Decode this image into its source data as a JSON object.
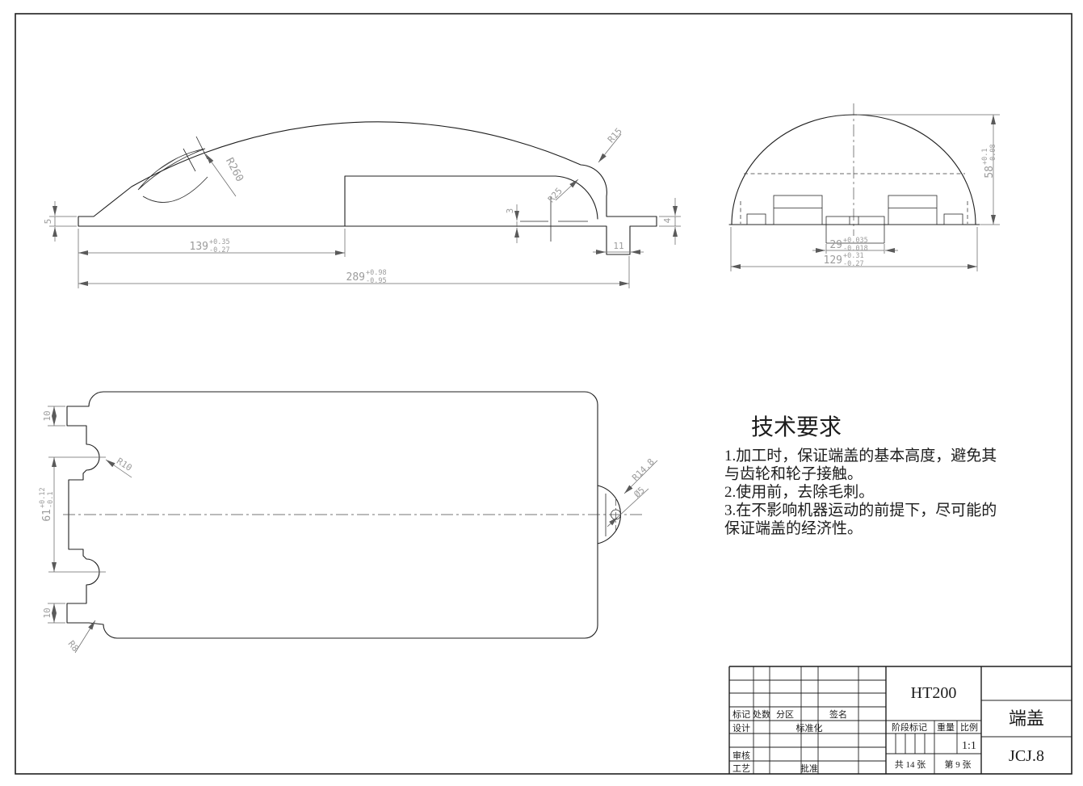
{
  "sheet": {
    "background": "#ffffff",
    "line_color": "#1f1f1f",
    "dim_text_color": "#9c9c9c"
  },
  "views": {
    "section": {
      "dims": {
        "d5": "5",
        "d3": "3",
        "d4": "4",
        "d11": "11",
        "d139": {
          "v": "139",
          "up": "+0.35",
          "dn": "-0.27"
        },
        "d289": {
          "v": "289",
          "up": "+0.98",
          "dn": "-0.95"
        },
        "r260": "R260",
        "r15": "R15",
        "r25": "R25"
      }
    },
    "front": {
      "dims": {
        "d58": {
          "v": "58",
          "up": "+0.1",
          "dn": "-0.08"
        },
        "d29": {
          "v": "29",
          "up": "+0.035",
          "dn": "-0.018"
        },
        "d129": {
          "v": "129",
          "up": "+0.31",
          "dn": "-0.27"
        }
      }
    },
    "plan": {
      "dims": {
        "d10_top": "10",
        "d10_bottom": "10",
        "d61": {
          "v": "61",
          "up": "+0.12",
          "dn": "-0.1"
        },
        "r10": "R10",
        "r8": "R8",
        "r14_8": "R14.8",
        "dia5": "Ø5"
      }
    }
  },
  "tech_requirements": {
    "title": "技术要求",
    "lines": [
      "1.加工时，保证端盖的基本高度，避免其",
      "与齿轮和轮子接触。",
      "2.使用前，去除毛刺。",
      "3.在不影响机器运动的前提下，尽可能的",
      "保证端盖的经济性。"
    ]
  },
  "title_block": {
    "material": "HT200",
    "part_name": "端盖",
    "drawing_no": "JCJ.8",
    "scale_value": "1:1",
    "total_sheets": "共 14 张",
    "sheet_number": "第 9 张",
    "labels": {
      "mark": "标记",
      "count": "处数",
      "zone": "分区",
      "sign": "签名",
      "design": "设计",
      "standardize": "标准化",
      "check": "审核",
      "process": "工艺",
      "approve": "批准",
      "stage_mark": "阶段标记",
      "weight": "重量",
      "scale": "比例"
    }
  }
}
